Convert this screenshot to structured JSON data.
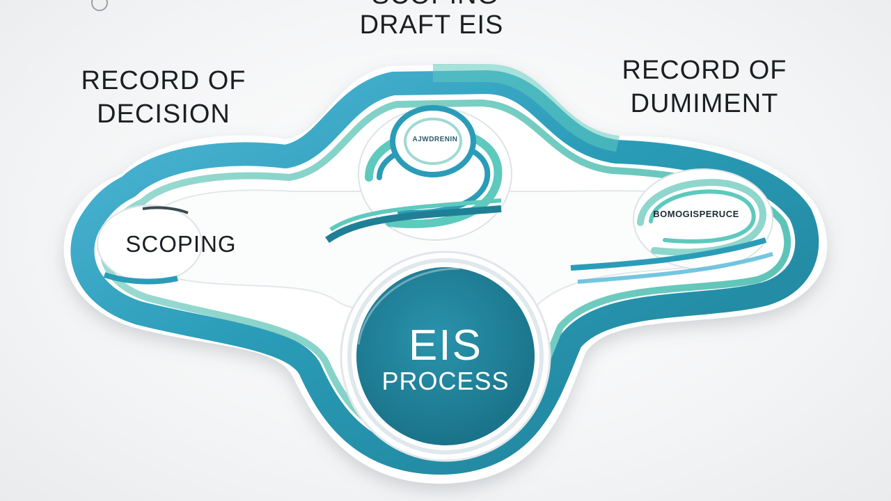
{
  "diagram": {
    "top_cut_label": "SCOPING",
    "top_label": "DRAFT EIS",
    "left_label_line1": "RECORD OF",
    "left_label_line2": "DECISION",
    "right_label_line1": "RECORD OF",
    "right_label_line2": "DUMIMENT",
    "scoping_label": "SCOPING",
    "inner_top_label": "AJWDRENIN",
    "inner_right_label": "BOMOGISPERUCE",
    "center_title": "EIS",
    "center_subtitle": "PROCESS"
  },
  "colors": {
    "teal_dark": "#1f7f95",
    "teal": "#2a9cb8",
    "sky": "#52b8d8",
    "mint": "#5ec9bd",
    "light_mint": "#a9e0d8",
    "white": "#ffffff"
  }
}
